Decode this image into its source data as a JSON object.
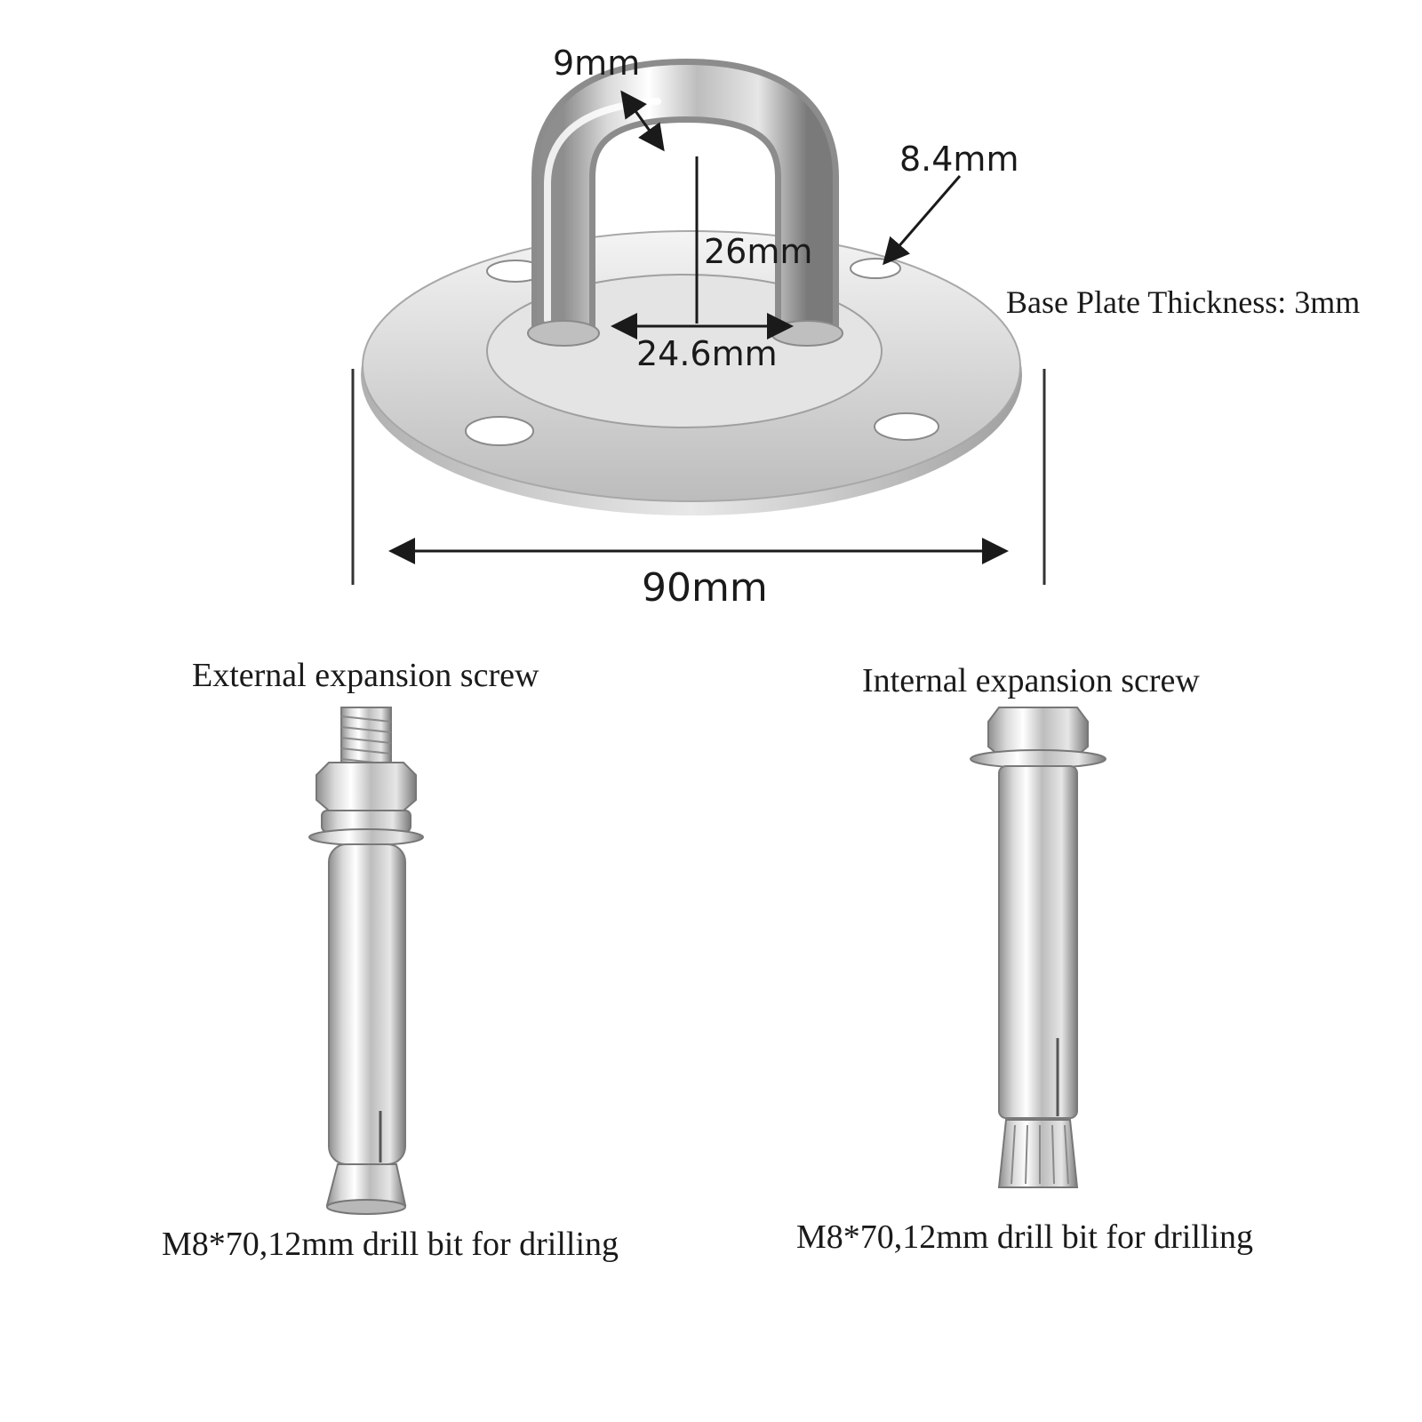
{
  "dimensions": {
    "wire_diameter": "9mm",
    "hole_diameter": "8.4mm",
    "inner_height": "26mm",
    "inner_width": "24.6mm",
    "base_plate_thickness": "Base Plate Thickness: 3mm",
    "plate_diameter": "90mm"
  },
  "screws": {
    "external": {
      "title": "External expansion screw",
      "spec": "M8*70,12mm drill bit for drilling"
    },
    "internal": {
      "title": "Internal expansion screw",
      "spec": "M8*70,12mm drill bit for drilling"
    }
  }
}
